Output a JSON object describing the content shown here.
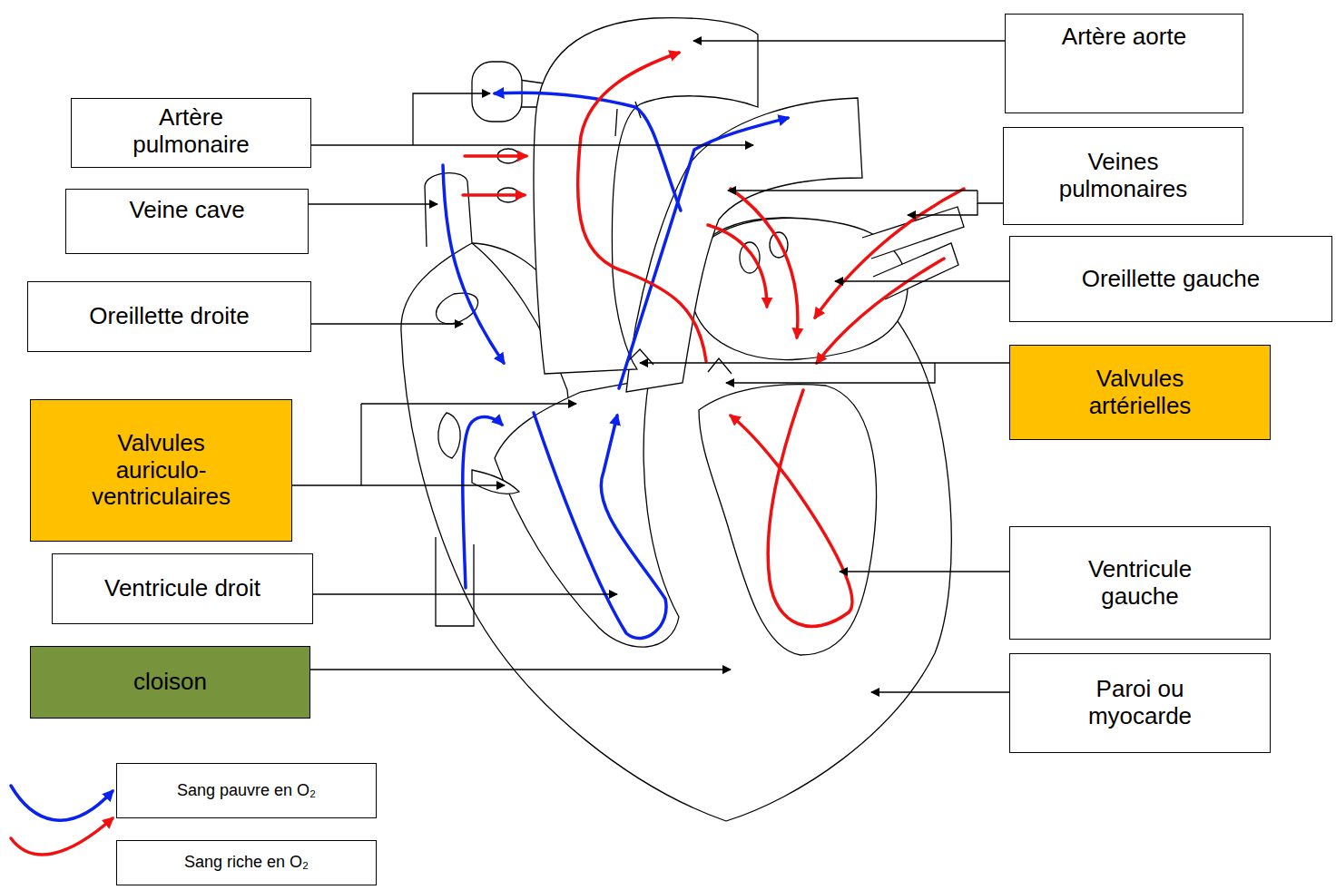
{
  "diagram": {
    "nodes": [
      {
        "text": [
          "Artère aorte"
        ]
      },
      {
        "text": [
          "Artère pulmonaire"
        ]
      },
      {
        "text": [
          "Veines pulmonaires"
        ]
      },
      {
        "text": [
          "Veine cave"
        ]
      },
      {
        "text": [
          "Oreillette gauche"
        ]
      },
      {
        "text": [
          "Oreillette droite"
        ]
      },
      {
        "text": [
          "Valvules artérielles"
        ]
      },
      {
        "text": [
          "Valvules auriculo-ventriculaires"
        ]
      },
      {
        "text": [
          "Ventricule gauche"
        ]
      },
      {
        "text": [
          "Ventricule droit"
        ]
      },
      {
        "text": [
          "cloison"
        ]
      },
      {
        "text": [
          "Paroi ou myocarde"
        ]
      }
    ],
    "legend": [
      {
        "text": "Sang pauvre en O₂"
      },
      {
        "text": "Sang riche en O₂"
      }
    ]
  }
}
